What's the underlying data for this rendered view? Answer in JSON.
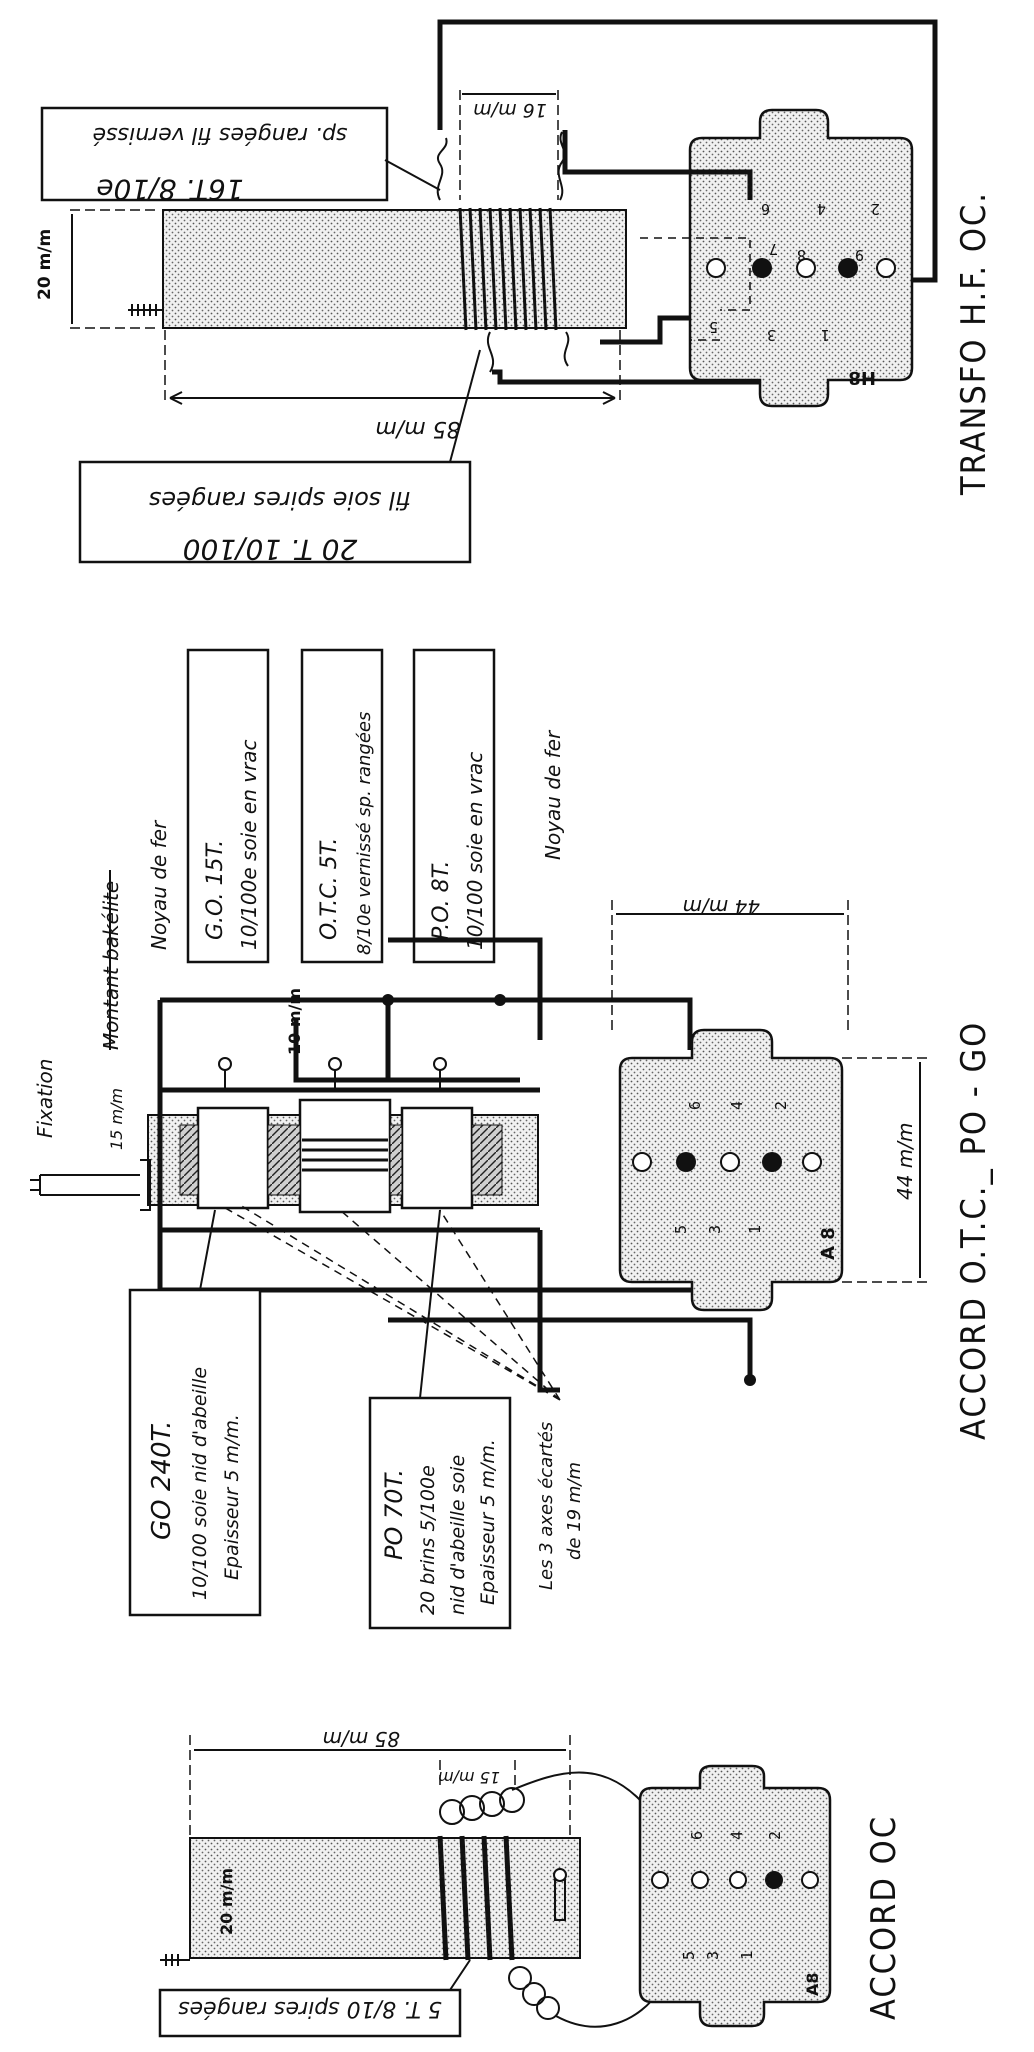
{
  "transfo": {
    "title": "TRANSFO H.F. OC.",
    "label_16t": "16T. 8/10e",
    "label_16t_sub": "sp. rangées fil vernissé",
    "label_20t": "20 T. 10/100",
    "label_20t_sub": "fil soie spires rangées",
    "dim_20": "20 m/m",
    "dim_85": "85 m/m",
    "dim_16": "16 m/m",
    "socket_name": "H8",
    "pins": [
      "1",
      "2",
      "3",
      "4",
      "5",
      "6",
      "7",
      "8",
      "9"
    ]
  },
  "accord_otc": {
    "title": "ACCORD O.T.C._ PO - GO",
    "go_box_l1": "G.O. 15T.",
    "go_box_l2": "10/100e soie en vrac",
    "otc_box_l1": "O.T.C. 5T.",
    "otc_box_l2": "8/10e vernissé sp. rangées",
    "po_box_l1": "P.O. 8T.",
    "po_box_l2": "10/100 soie en vrac",
    "montant": "Montant bakélite",
    "noyau1": "Noyau de fer",
    "noyau2": "Noyau de fer",
    "fixation": "Fixation",
    "dim_15": "15 m/m",
    "dim_10": "10 m/m",
    "dim_44a": "44 m/m",
    "dim_44b": "44 m/m",
    "go240_l1": "GO 240T.",
    "go240_l2": "10/100 soie nid d'abeille",
    "go240_l3": "Epaisseur 5 m/m.",
    "po70_l1": "PO 70T.",
    "po70_l2": "20 brins 5/100e",
    "po70_l3": "nid d'abeille soie",
    "po70_l4": "Epaisseur 5 m/m.",
    "axes_l1": "Les 3 axes écartés",
    "axes_l2": "de 19 m/m",
    "socket_name": "A 8"
  },
  "accord_oc": {
    "title": "ACCORD OC",
    "label_5t": "5 T. 8/10 spires rangées",
    "dim_85": "85 m/m",
    "dim_20": "20 m/m",
    "dim_15": "15 m/m",
    "socket_name": "A8"
  }
}
